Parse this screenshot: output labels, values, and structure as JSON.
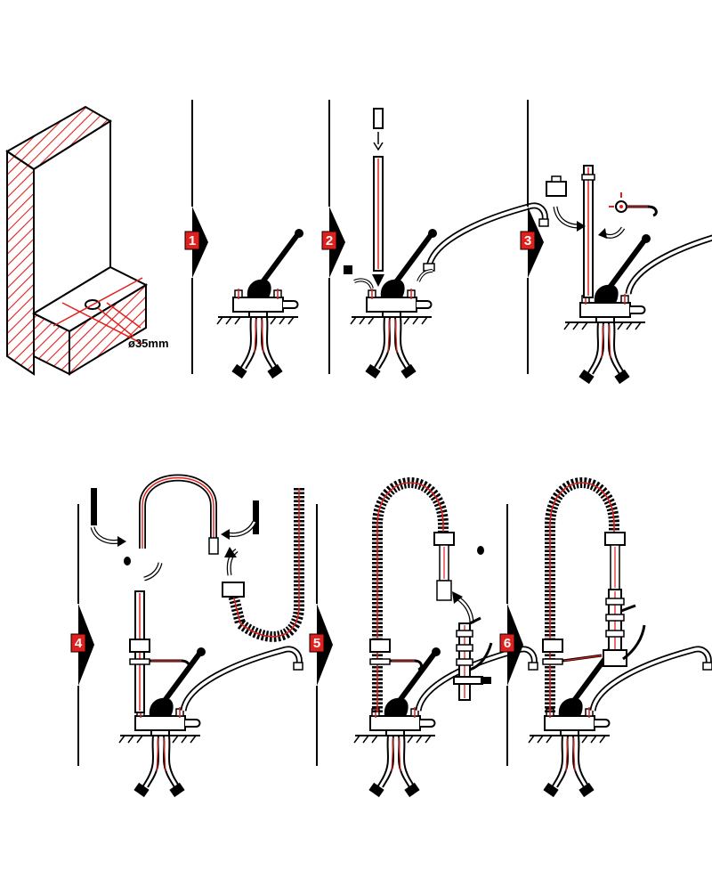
{
  "dimension_label": "ø35mm",
  "colors": {
    "ink": "#000000",
    "accent": "#e0201c",
    "paper": "#ffffff"
  },
  "steps": [
    {
      "number": "1"
    },
    {
      "number": "2"
    },
    {
      "number": "3"
    },
    {
      "number": "4"
    },
    {
      "number": "5"
    },
    {
      "number": "6"
    }
  ]
}
